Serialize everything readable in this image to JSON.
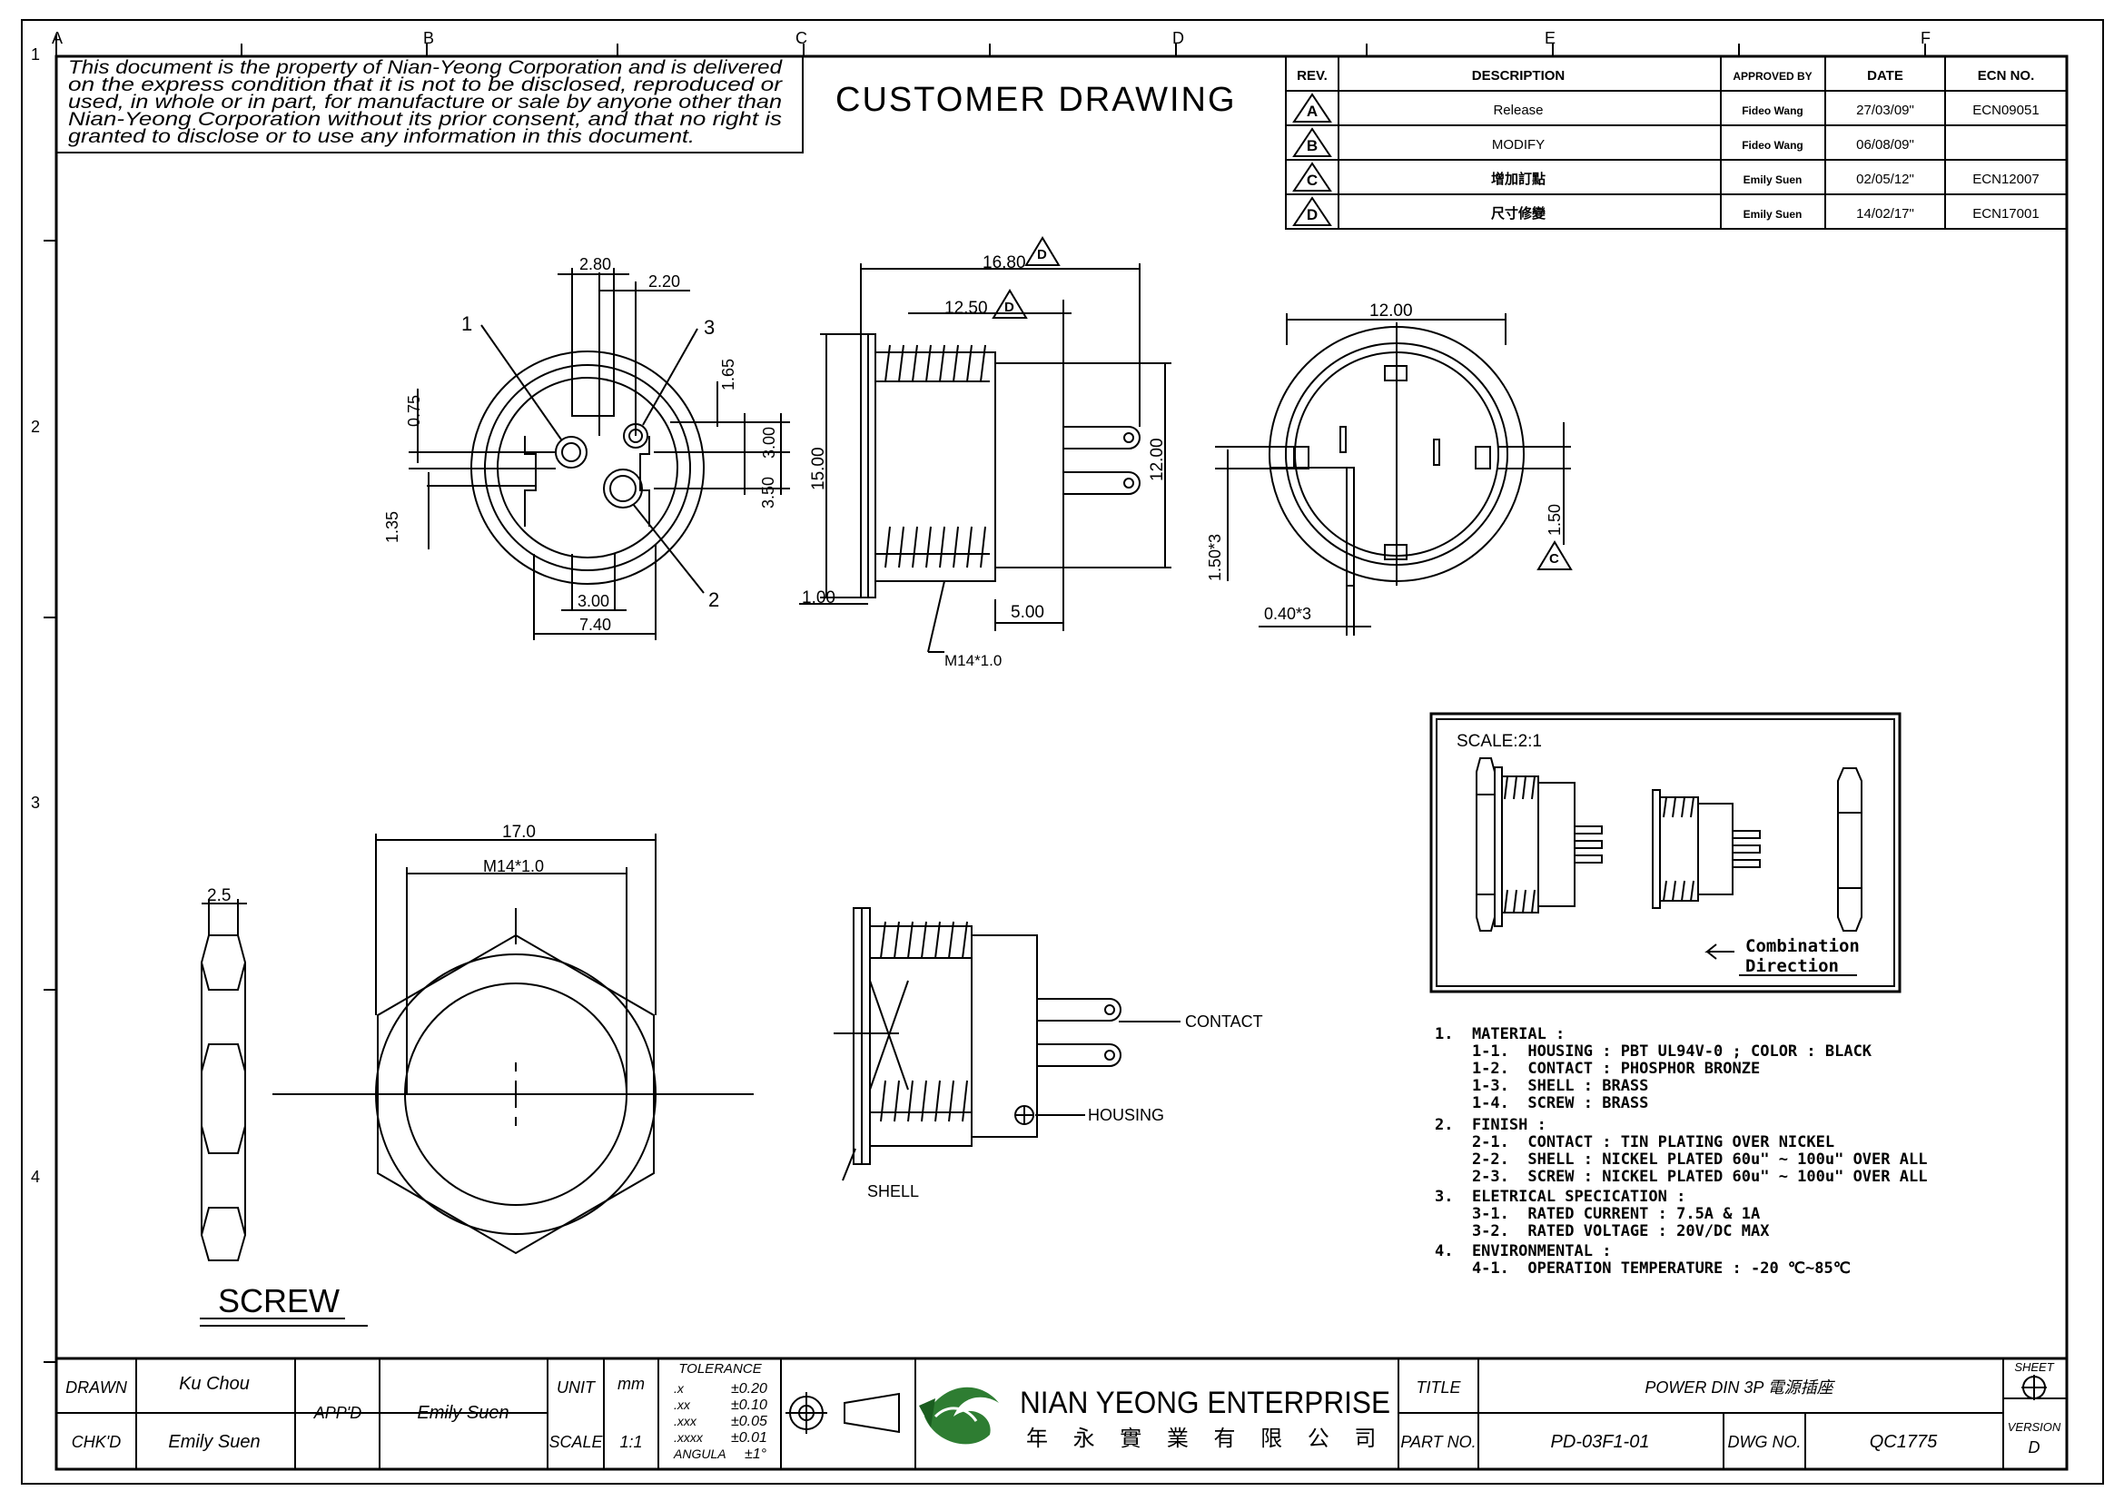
{
  "border": {
    "columns": [
      "A",
      "B",
      "C",
      "D",
      "E",
      "F"
    ],
    "rows": [
      "1",
      "2",
      "3",
      "4"
    ]
  },
  "notice": [
    "This document is the property of Nian-Yeong Corporation and is delivered",
    "on  the  express condition that it is not to be disclosed, reproduced  or",
    "used, in whole or in part, for manufacture or sale by anyone other than",
    "Nian-Yeong Corporation without  its prior consent, and that  no right  is",
    "granted to disclose or to use any information in this  document."
  ],
  "drawing_title": "CUSTOMER DRAWING",
  "revision_table": {
    "headers": [
      "REV.",
      "DESCRIPTION",
      "APPROVED BY",
      "DATE",
      "ECN NO."
    ],
    "rows": [
      {
        "rev": "A",
        "description": "Release",
        "approved_by": "Fideo Wang",
        "date": "27/03/09\"",
        "ecn": "ECN09051"
      },
      {
        "rev": "B",
        "description": "MODIFY",
        "approved_by": "Fideo Wang",
        "date": "06/08/09\"",
        "ecn": ""
      },
      {
        "rev": "C",
        "description": "增加訂點",
        "approved_by": "Emily Suen",
        "date": "02/05/12\"",
        "ecn": "ECN12007"
      },
      {
        "rev": "D",
        "description": "尺寸修變",
        "approved_by": "Emily Suen",
        "date": "14/02/17\"",
        "ecn": "ECN17001"
      }
    ]
  },
  "front_view": {
    "pin_labels": [
      "1",
      "2",
      "3"
    ],
    "dims": {
      "top1": "2.80",
      "top2": "2.20",
      "v165": "1.65",
      "v075": "0.75",
      "v300": "3.00",
      "v350": "3.50",
      "v135": "1.35",
      "b300": "3.00",
      "b740": "7.40"
    }
  },
  "side_view": {
    "dims": {
      "overall": "16.80",
      "body": "12.50",
      "height": "15.00",
      "pin_span": "12.00",
      "flange": "1.00",
      "pin_len": "5.00",
      "thread": "M14*1.0"
    },
    "rev_marks": [
      "D",
      "D"
    ]
  },
  "rear_view": {
    "dims": {
      "dia": "12.00",
      "v150x3": "1.50*3",
      "w040x3": "0.40*3",
      "v150": "1.50"
    },
    "rev_mark": "C"
  },
  "screw_view": {
    "dims": {
      "thickness": "2.5",
      "across_flats": "17.0",
      "thread": "M14*1.0"
    },
    "label": "SCREW"
  },
  "assembly_view": {
    "callouts": [
      "CONTACT",
      "HOUSING",
      "SHELL"
    ]
  },
  "scale_box": {
    "title": "SCALE:2:1",
    "combination": "Combination",
    "direction": "Direction"
  },
  "notes": [
    "1.  MATERIAL :",
    "    1-1.  HOUSING : PBT UL94V-0 ; COLOR : BLACK",
    "    1-2.  CONTACT : PHOSPHOR BRONZE",
    "    1-3.  SHELL : BRASS",
    "    1-4.  SCREW : BRASS",
    "2.  FINISH :",
    "    2-1.  CONTACT : TIN PLATING OVER NICKEL",
    "    2-2.  SHELL : NICKEL PLATED 60u\" ~ 100u\" OVER ALL",
    "    2-3.  SCREW : NICKEL PLATED 60u\" ~ 100u\" OVER ALL",
    "3.  ELETRICAL SPECICATION :",
    "    3-1.  RATED CURRENT : 7.5A & 1A",
    "    3-2.  RATED VOLTAGE : 20V/DC MAX",
    "4.  ENVIRONMENTAL :",
    "    4-1.  OPERATION TEMPERATURE : -20 ℃~85℃"
  ],
  "title_block": {
    "drawn_label": "DRAWN",
    "drawn": "Ku Chou",
    "chkd_label": "CHK'D",
    "chkd": "Emily Suen",
    "appd_label": "APP'D",
    "appd": "Emily Suen",
    "unit_label": "UNIT",
    "unit": "mm",
    "scale_label": "SCALE",
    "scale": "1:1",
    "tolerance_label": "TOLERANCE",
    "tolerances": [
      [
        ".x",
        "±0.20"
      ],
      [
        ".xx",
        "±0.10"
      ],
      [
        ".xxx",
        "±0.05"
      ],
      [
        ".xxxx",
        "±0.01"
      ],
      [
        "ANGULA",
        "±1°"
      ]
    ],
    "company": "NIAN YEONG ENTERPRISE",
    "company_cn": "年 永 實 業 有 限 公 司",
    "title_label": "TITLE",
    "title": "POWER DIN 3P 電源插座",
    "part_label": "PART NO.",
    "part": "PD-03F1-01",
    "dwg_label": "DWG NO.",
    "dwg": "QC1775",
    "sheet_label": "SHEET",
    "version_label": "VERSION",
    "version": "D"
  },
  "colors": {
    "line": "#000000",
    "logo_green": "#2e7d32"
  }
}
